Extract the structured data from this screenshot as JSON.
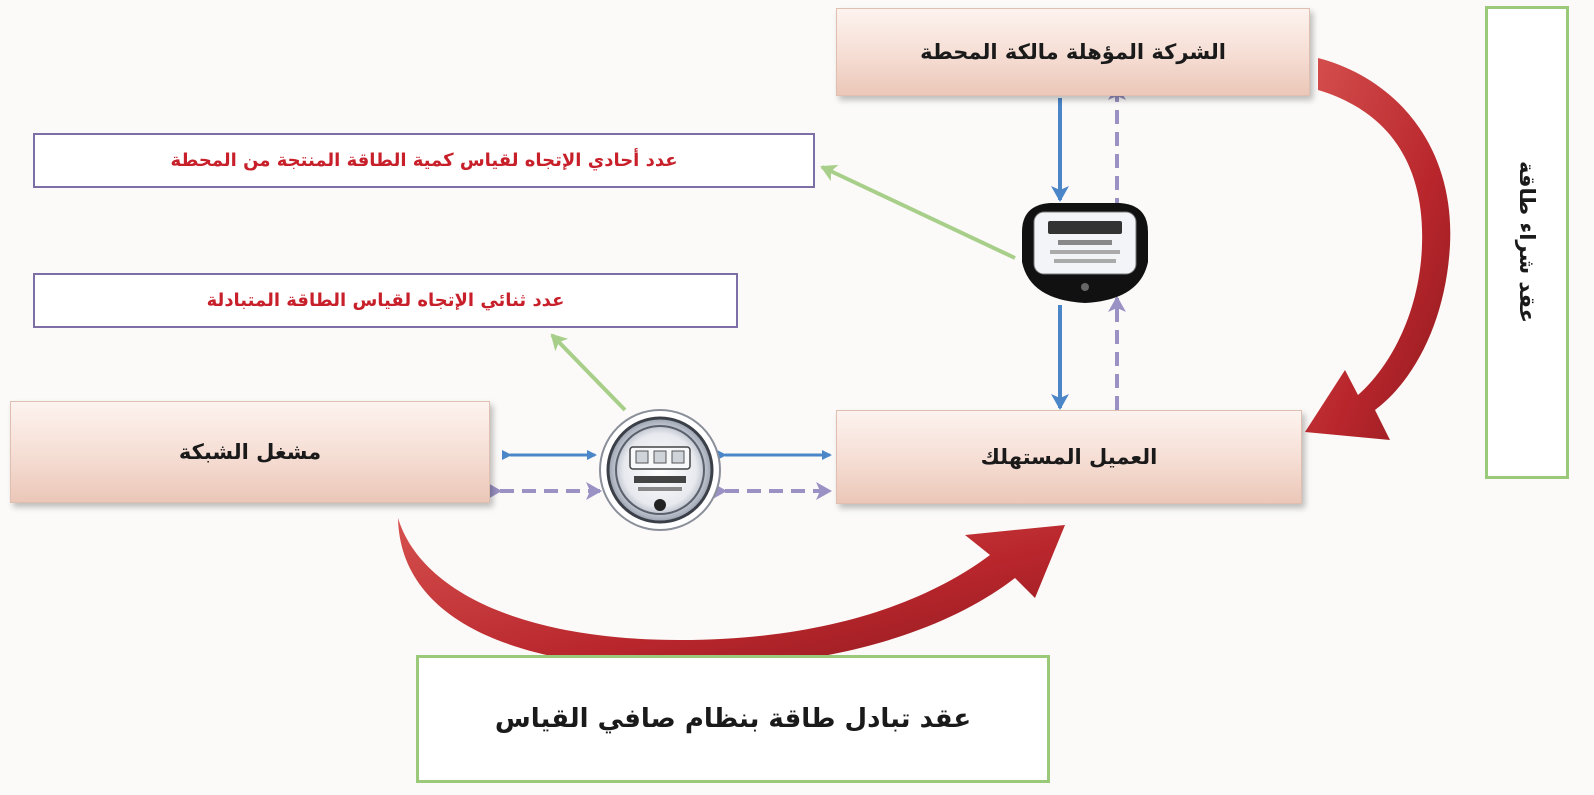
{
  "diagram": {
    "company_box": "الشركة المؤهلة مالكة المحطة",
    "consumer_box": "العميل المستهلك",
    "grid_operator_box": "مشغل الشبكة",
    "unidirectional_meter_label": "عدد أحادي الإتجاه لقياس كمية الطاقة المنتجة من المحطة",
    "bidirectional_meter_label": "عدد ثنائي الإتجاه لقياس الطاقة المتبادلة",
    "power_purchase_contract": "عقد شراء طاقة",
    "net_metering_contract": "عقد تبادل طاقة بنظام صافي القياس"
  },
  "colors": {
    "flow_arrow": "#4a86c8",
    "reverse_flow_arrow": "#9a92c4",
    "pointer_arrow": "#a8cf8a",
    "contract_arrow": "#b8262c",
    "meter_label_text": "#c8202a",
    "contract_border": "#9bc97a"
  }
}
